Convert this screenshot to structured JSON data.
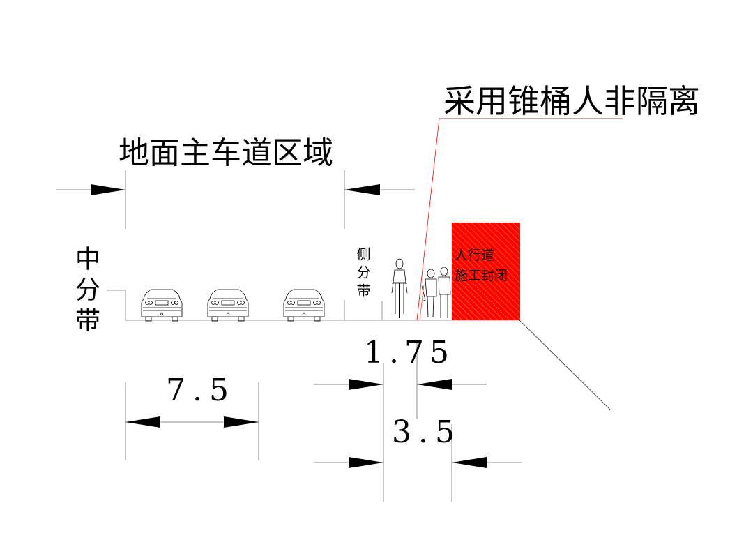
{
  "title_callout": "采用锥桶人非隔离",
  "main_road_label": "地面主车道区域",
  "median_label": "中分带",
  "side_divider_label": "侧分带",
  "closed_zone": {
    "line1": "人行道",
    "line2": "施工封闭",
    "color": "#ff0000"
  },
  "dimensions": {
    "lane_width": "7.5",
    "bike_lane": "1.75",
    "sidewalk": "3.5"
  }
}
